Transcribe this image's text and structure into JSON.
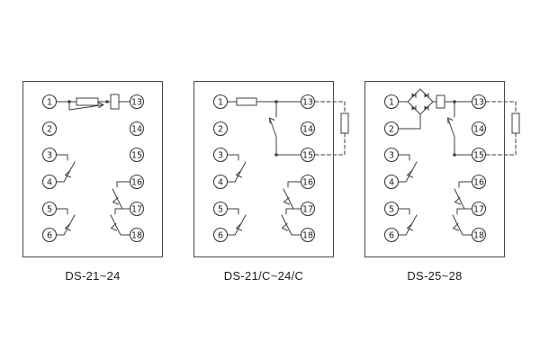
{
  "colors": {
    "line": "#3f3f3f",
    "background": "#ffffff"
  },
  "diagrams": [
    {
      "caption": "DS-21~24",
      "left_terminals": [
        "1",
        "2",
        "3",
        "4",
        "5",
        "6"
      ],
      "right_terminals": [
        "13",
        "14",
        "15",
        "16",
        "17",
        "18"
      ]
    },
    {
      "caption": "DS-21/C~24/C",
      "left_terminals": [
        "1",
        "2",
        "3",
        "4",
        "5",
        "6"
      ],
      "right_terminals": [
        "13",
        "14",
        "15",
        "16",
        "17",
        "18"
      ]
    },
    {
      "caption": "DS-25~28",
      "left_terminals": [
        "1",
        "2",
        "3",
        "4",
        "5",
        "6"
      ],
      "right_terminals": [
        "13",
        "14",
        "15",
        "16",
        "17",
        "18"
      ]
    }
  ]
}
